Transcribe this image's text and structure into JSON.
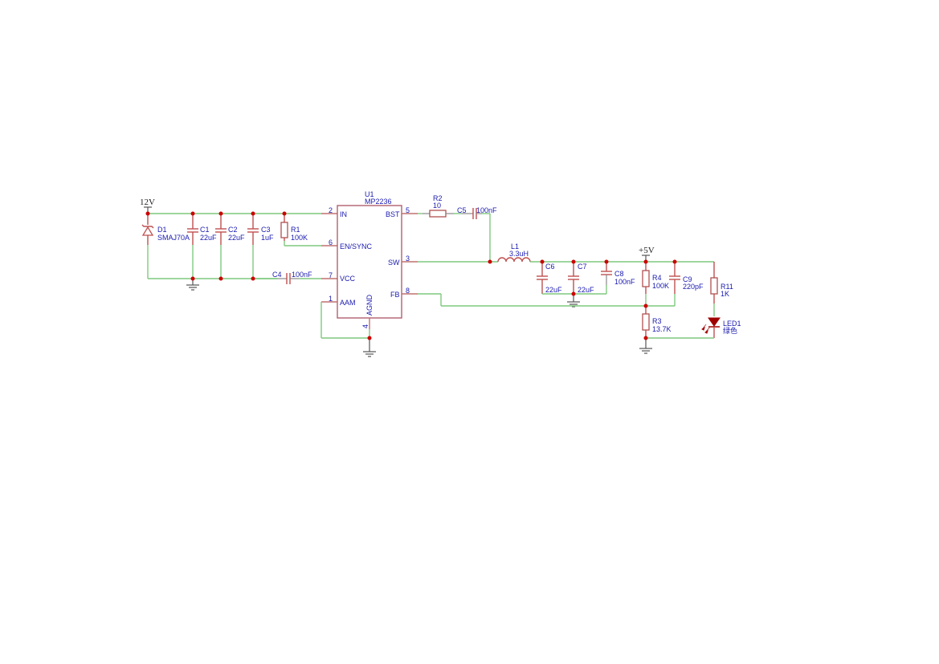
{
  "schematic": {
    "power": {
      "vin": "12V",
      "vout": "+5V"
    },
    "ic": {
      "ref": "U1",
      "value": "MP2236",
      "pins": [
        {
          "num": "2",
          "name": "IN"
        },
        {
          "num": "6",
          "name": "EN/SYNC"
        },
        {
          "num": "7",
          "name": "VCC"
        },
        {
          "num": "1",
          "name": "AAM"
        },
        {
          "num": "4",
          "name": "AGND"
        },
        {
          "num": "5",
          "name": "BST"
        },
        {
          "num": "3",
          "name": "SW"
        },
        {
          "num": "8",
          "name": "FB"
        }
      ]
    },
    "components": {
      "D1": {
        "ref": "D1",
        "value": "SMAJ70A"
      },
      "C1": {
        "ref": "C1",
        "value": "22uF"
      },
      "C2": {
        "ref": "C2",
        "value": "22uF"
      },
      "C3": {
        "ref": "C3",
        "value": "1uF"
      },
      "R1": {
        "ref": "R1",
        "value": "100K"
      },
      "C4": {
        "ref": "C4",
        "value": "100nF"
      },
      "R2": {
        "ref": "R2",
        "value": "10"
      },
      "C5": {
        "ref": "C5",
        "value": "100nF"
      },
      "L1": {
        "ref": "L1",
        "value": "3.3uH"
      },
      "C6": {
        "ref": "C6",
        "value": "22uF"
      },
      "C7": {
        "ref": "C7",
        "value": "22uF"
      },
      "C8": {
        "ref": "C8",
        "value": "100nF"
      },
      "R4": {
        "ref": "R4",
        "value": "100K"
      },
      "C9": {
        "ref": "C9",
        "value": "220pF"
      },
      "R3": {
        "ref": "R3",
        "value": "13.7K"
      },
      "R11": {
        "ref": "R11",
        "value": "1K"
      },
      "LED1": {
        "ref": "LED1",
        "value": "绿色"
      }
    },
    "colors": {
      "wire": "#7fc97f",
      "component": "#c05050",
      "junction": "#cc0000",
      "label": "#1a1ab0"
    }
  }
}
